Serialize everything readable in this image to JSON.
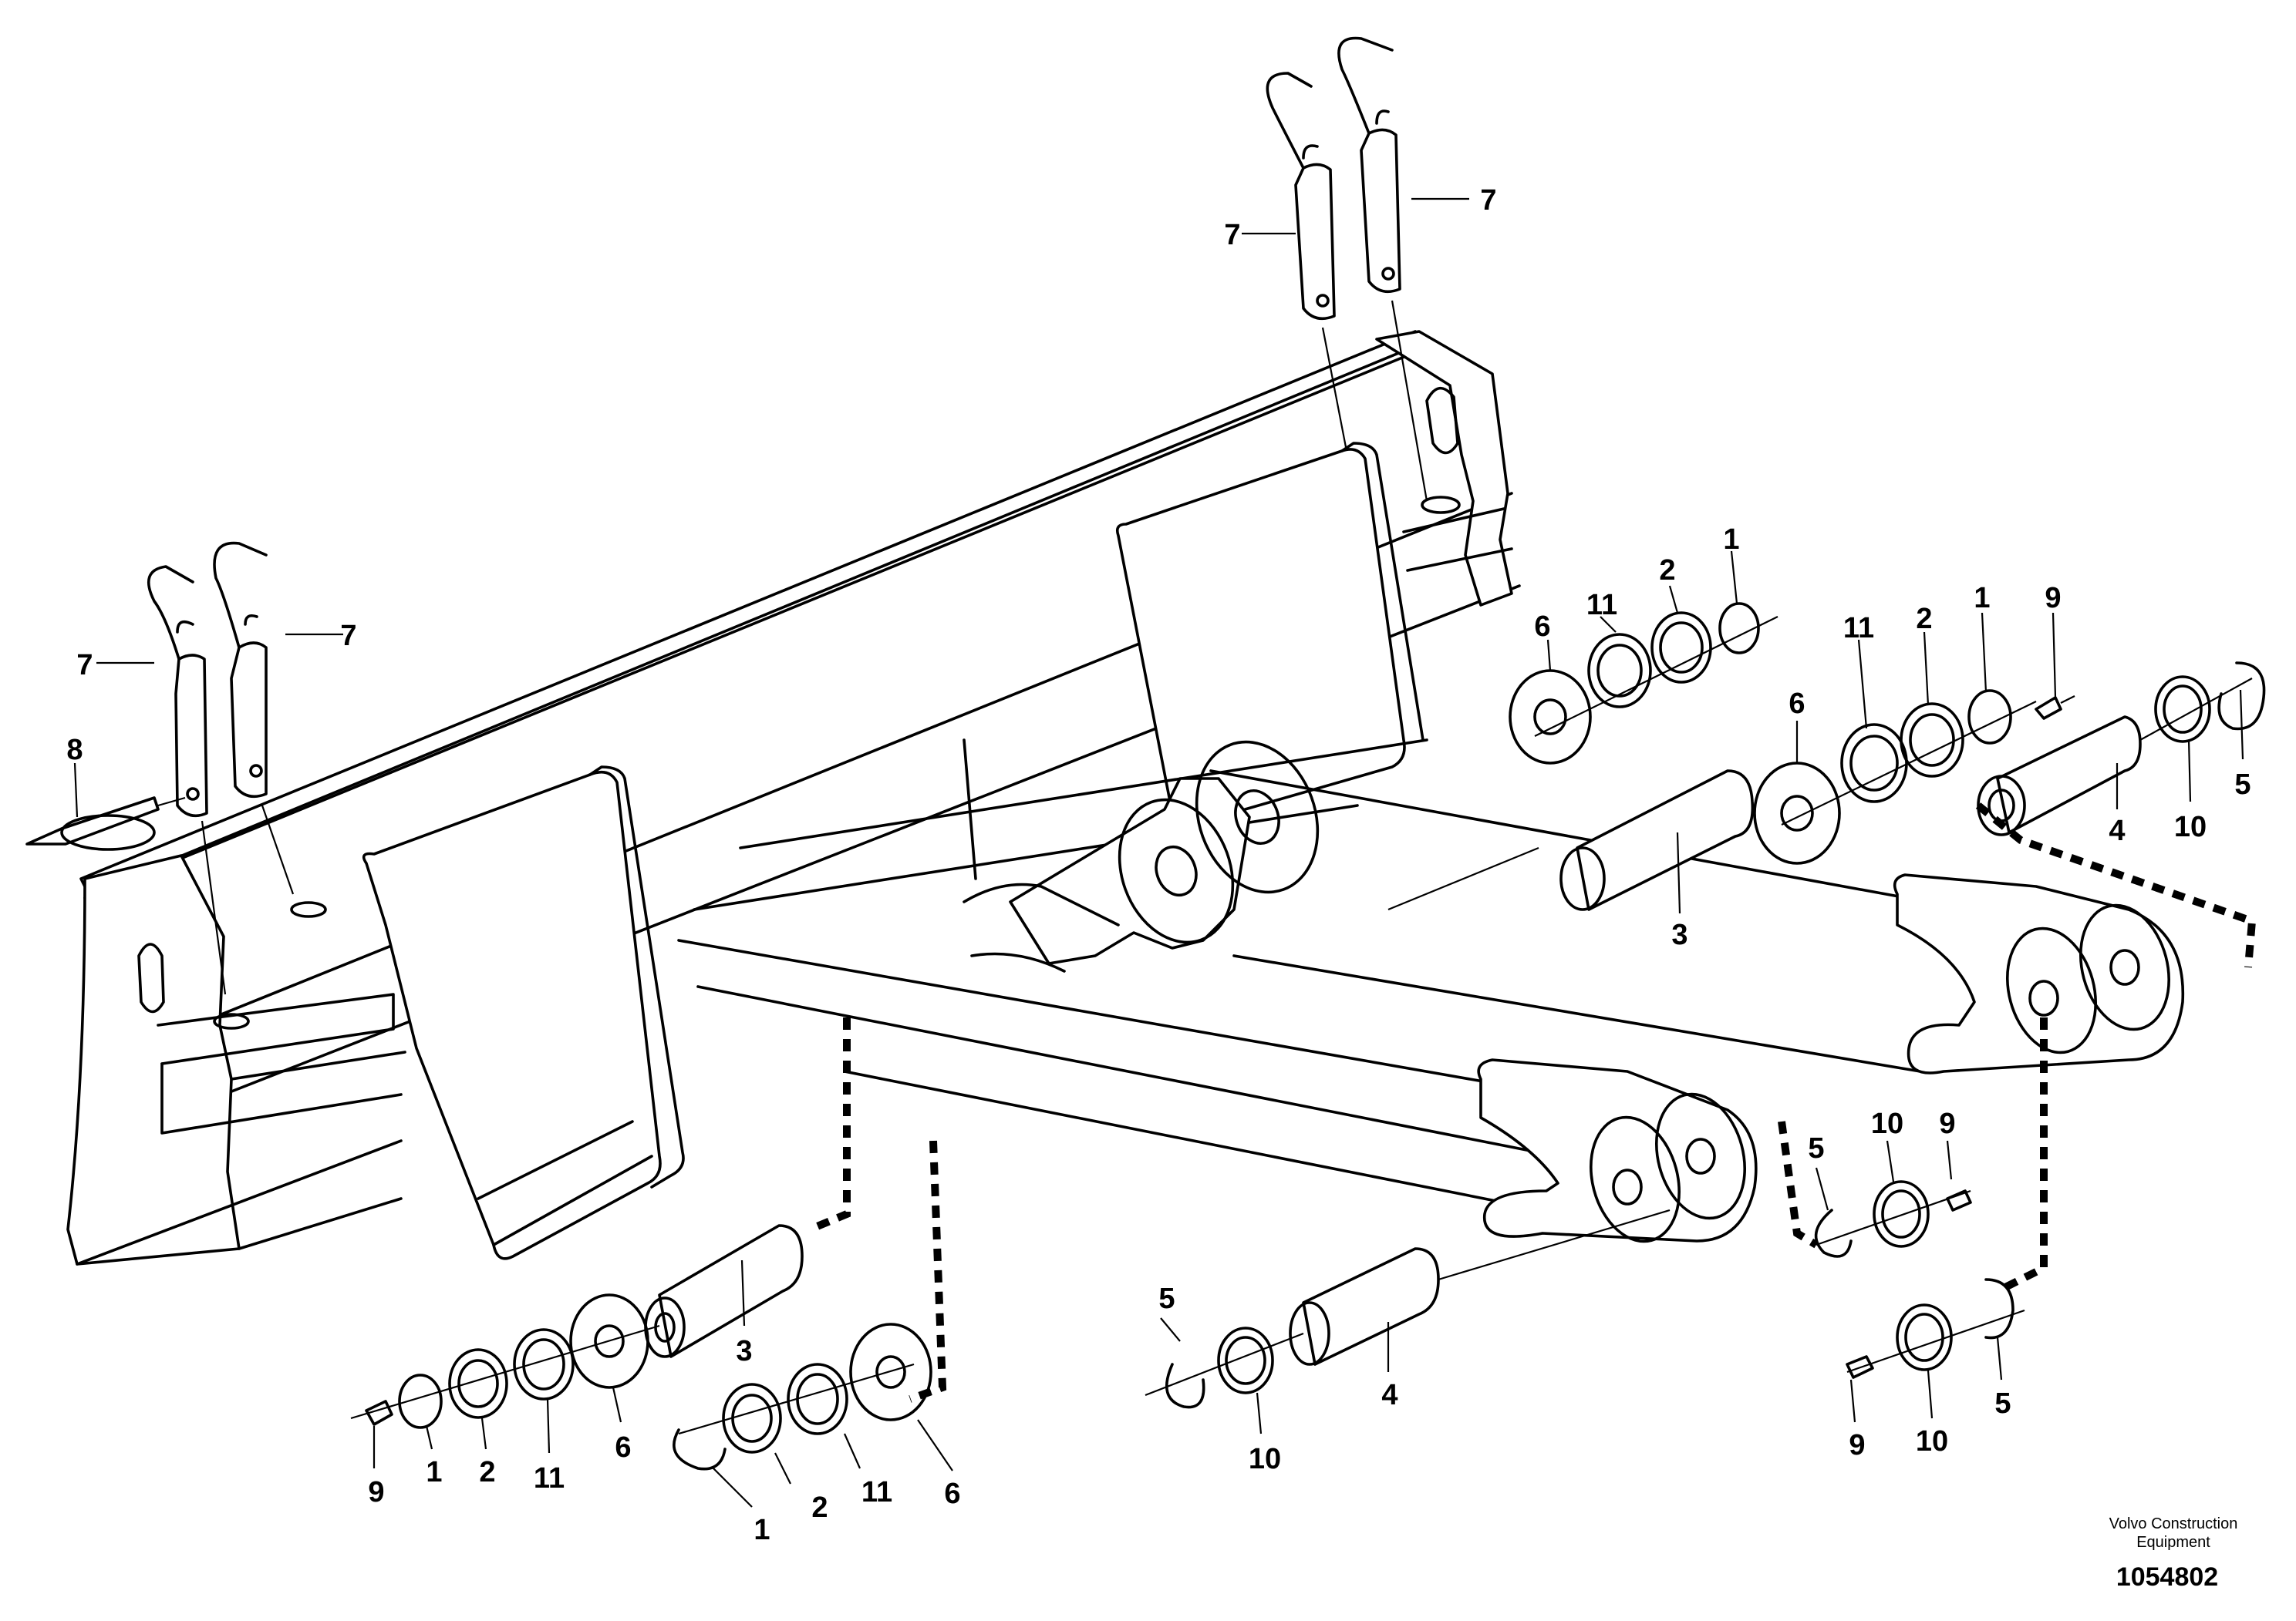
{
  "diagram": {
    "labels": {
      "pin_7a": "7",
      "pin_7b": "7",
      "pin_7c": "7",
      "pin_7d": "7",
      "lynch_8": "8",
      "u6a": "6",
      "u11a": "11",
      "u2a": "2",
      "u1a": "1",
      "u6b": "6",
      "u11b": "11",
      "u2b": "2",
      "u1b": "1",
      "u9a": "9",
      "u5a": "5",
      "u4a": "4",
      "u10a": "10",
      "u3a": "3",
      "l3": "3",
      "l6a": "6",
      "l11a": "11",
      "l2a": "2",
      "l1a": "1",
      "l9a": "9",
      "l6b": "6",
      "l11b": "11",
      "l2b": "2",
      "l1b": "1",
      "m5": "5",
      "m10": "10",
      "m4": "4",
      "r5a": "5",
      "r10a": "10",
      "r9a": "9",
      "r9b": "9",
      "r10b": "10",
      "r5b": "5"
    },
    "credit_line1": "Volvo Construction",
    "credit_line2": "Equipment",
    "document_number": "1054802"
  }
}
